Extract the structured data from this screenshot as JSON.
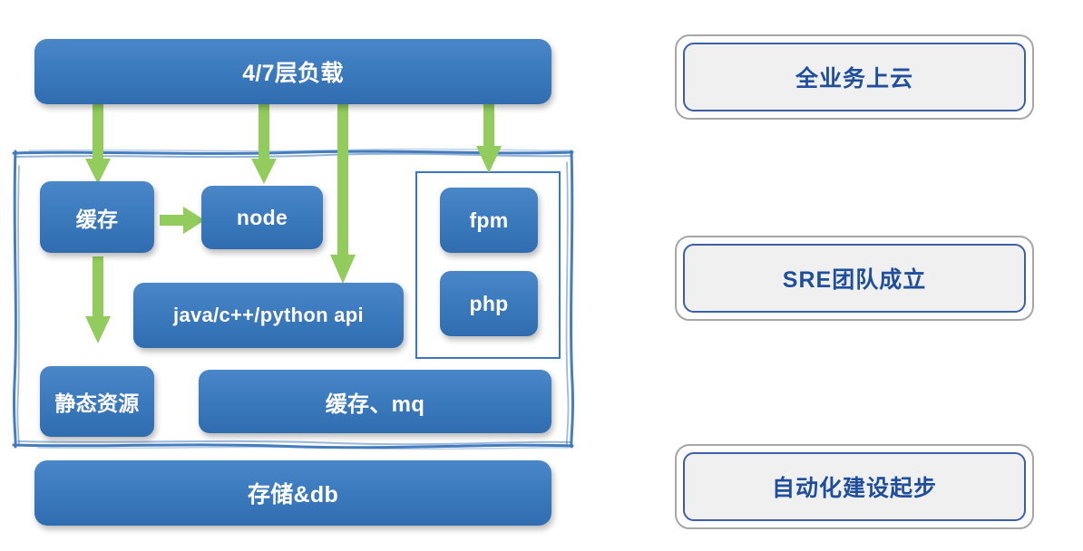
{
  "diagram": {
    "title_visible": false,
    "colors": {
      "box_blue_top": "#4A87C8",
      "box_blue_bottom": "#2F6CB0",
      "arrow_green": "#92CC5C",
      "container_border_blue": "#3C76BC",
      "milestone_outer_border": "#A6A6A6",
      "milestone_inner_border": "#3B5FA8",
      "milestone_fill": "#F0F0F0",
      "milestone_text": "#1F4E9C",
      "box_text": "#FFFFFF"
    },
    "architecture": {
      "top_layer": {
        "label": "4/7层负载"
      },
      "app_container": {
        "boxes": [
          {
            "id": "cache",
            "label": "缓存"
          },
          {
            "id": "node",
            "label": "node"
          },
          {
            "id": "api",
            "label": "java/c++/python api"
          },
          {
            "id": "static",
            "label": "静态资源"
          },
          {
            "id": "cache-mq",
            "label": "缓存、mq"
          }
        ],
        "php_group": {
          "boxes": [
            {
              "id": "fpm",
              "label": "fpm"
            },
            {
              "id": "php",
              "label": "php"
            }
          ]
        }
      },
      "bottom_layer": {
        "label": "存储&db"
      },
      "arrows": [
        {
          "id": "lb-to-cache",
          "from": "4/7层负载",
          "to": "缓存",
          "direction": "down"
        },
        {
          "id": "lb-to-node",
          "from": "4/7层负载",
          "to": "node",
          "direction": "down"
        },
        {
          "id": "lb-to-api",
          "from": "4/7层负载",
          "to": "java/c++/python api",
          "direction": "down"
        },
        {
          "id": "lb-to-php",
          "from": "4/7层负载",
          "to": "fpm/php",
          "direction": "down"
        },
        {
          "id": "cache-to-node",
          "from": "缓存",
          "to": "node",
          "direction": "right"
        },
        {
          "id": "cache-to-static",
          "from": "缓存",
          "to": "静态资源",
          "direction": "down"
        }
      ]
    },
    "milestones": [
      {
        "id": "milestone-1",
        "label": "全业务上云"
      },
      {
        "id": "milestone-2",
        "label": "SRE团队成立"
      },
      {
        "id": "milestone-3",
        "label": "自动化建设起步"
      }
    ]
  }
}
